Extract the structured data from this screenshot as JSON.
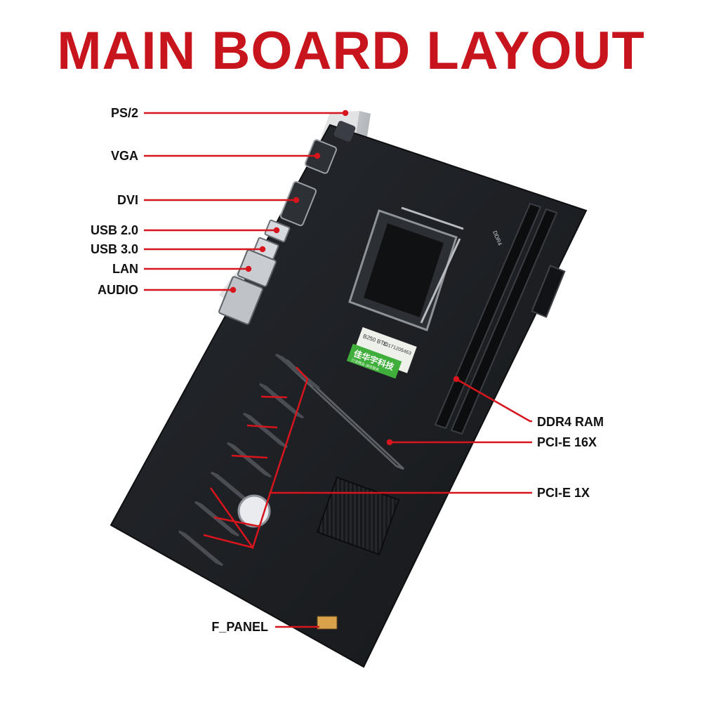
{
  "title": "MAIN BOARD LAYOUT",
  "colors": {
    "title": "#c8151d",
    "leader_line": "#d8151d",
    "board": "#1e2024",
    "label_text": "#111111"
  },
  "labels_left": {
    "ps2": "PS/2",
    "vga": "VGA",
    "dvi": "DVI",
    "usb2": "USB 2.0",
    "usb3": "USB 3.0",
    "lan": "LAN",
    "audio": "AUDIO"
  },
  "labels_right": {
    "ddr4": "DDR4 RAM",
    "pcie16": "PCI-E  16X",
    "pcie1": "PCI-E  1X"
  },
  "labels_bottom": {
    "fpanel": "F_PANEL"
  },
  "board_print": {
    "sticker_model": "B250 BTC",
    "sticker_serial": "20171205463",
    "brand_text": "佳华宇科技",
    "brand_sub": "打造精品 诚信服务",
    "ddr_print": "DDR4"
  }
}
